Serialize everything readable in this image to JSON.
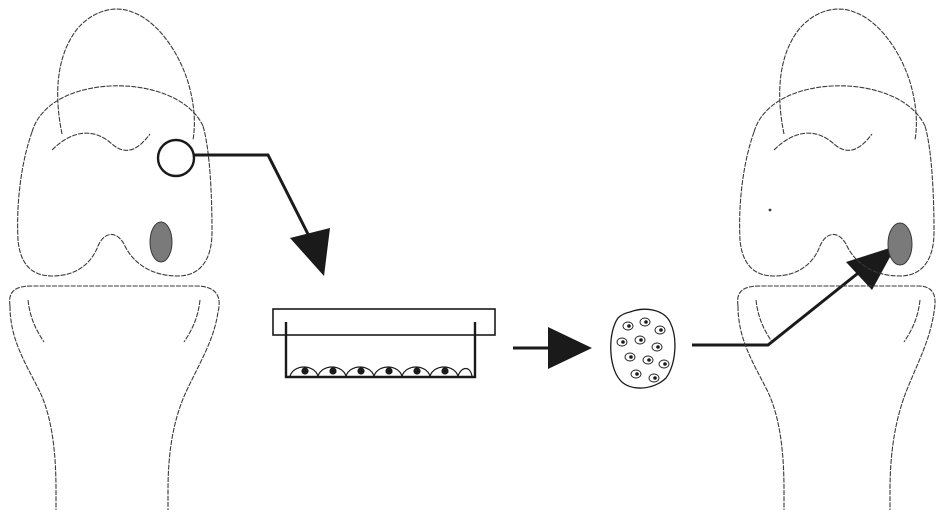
{
  "figure": {
    "steps": [
      "cartilage-biopsy",
      "cell-culture",
      "cell-seeded-scaffold",
      "implantation"
    ],
    "colors": {
      "line": "#1a1a1a",
      "outline": "#3a3a3a",
      "lesion": "#7a7a7a",
      "background": "#ffffff"
    },
    "icons": {
      "biopsy_marker": "circle-marker-icon",
      "arrowhead": "triangle-arrowhead-icon",
      "cell": "chondrocyte-icon"
    }
  }
}
